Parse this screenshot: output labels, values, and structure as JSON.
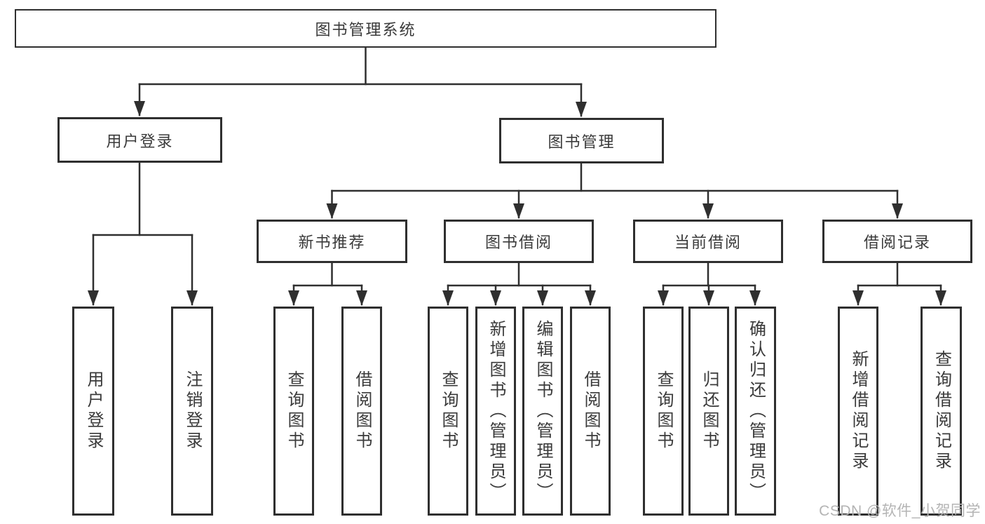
{
  "colors": {
    "line": "#2f2f2f",
    "box_border": "#2f2f2f",
    "text": "#3a3a3a",
    "watermark": "#b4b4b4",
    "background": "#ffffff"
  },
  "watermark": "CSDN @软件_小贺同学",
  "tree": {
    "root": "图书管理系统",
    "branches": [
      {
        "label": "用户登录",
        "leaves": [
          "用户登录",
          "注销登录"
        ]
      },
      {
        "label": "图书管理",
        "groups": [
          {
            "label": "新书推荐",
            "leaves": [
              "查询图书",
              "借阅图书"
            ]
          },
          {
            "label": "图书借阅",
            "leaves": [
              "查询图书",
              "新增图书（管理员）",
              "编辑图书（管理员）",
              "借阅图书"
            ]
          },
          {
            "label": "当前借阅",
            "leaves": [
              "查询图书",
              "归还图书",
              "确认归还（管理员）"
            ]
          },
          {
            "label": "借阅记录",
            "leaves": [
              "新增借阅记录",
              "查询借阅记录"
            ]
          }
        ]
      }
    ]
  }
}
